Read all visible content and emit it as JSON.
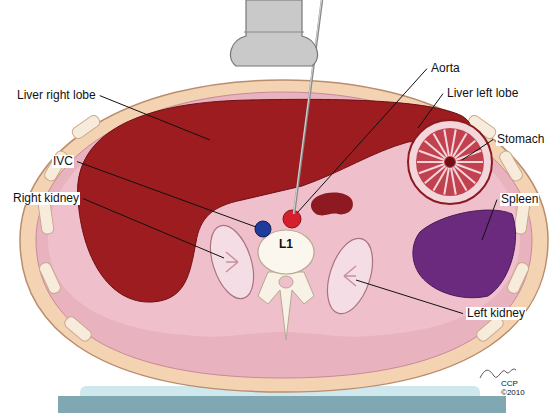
{
  "diagram": {
    "labels": [
      "Liver right lobe",
      "IVC",
      "Right kidney",
      "Aorta",
      "Liver left lobe",
      "Stomach",
      "Spleen",
      "Left kidney",
      "L1",
      "CCP ©2010"
    ]
  }
}
